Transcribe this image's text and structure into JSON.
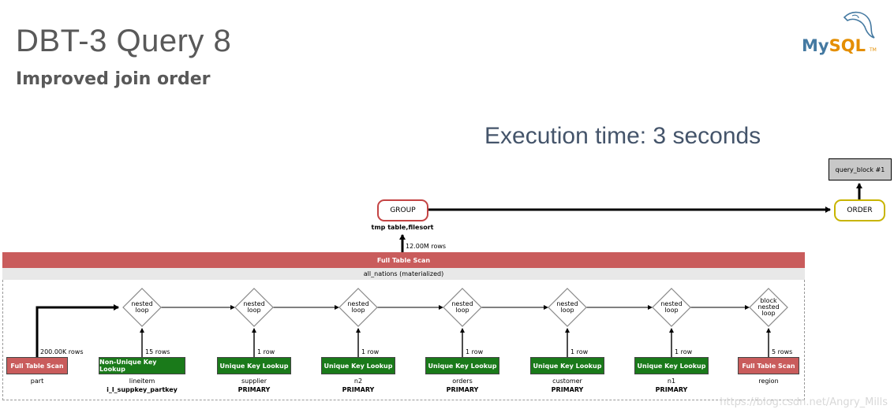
{
  "title": "DBT-3 Query 8",
  "subtitle": "Improved join order",
  "execution_time": "Execution time: 3 seconds",
  "logo": {
    "my": "My",
    "sql": "SQL",
    "tm": "TM"
  },
  "query_block": "query_block #1",
  "order": "ORDER",
  "group": {
    "label": "GROUP",
    "note": "tmp table,filesort"
  },
  "group_rows": "12.00M rows",
  "materialized": {
    "header": "Full Table Scan",
    "name": "all_nations (materialized)"
  },
  "nested_loops": [
    {
      "line1": "nested",
      "line2": "loop",
      "line3": ""
    },
    {
      "line1": "nested",
      "line2": "loop",
      "line3": ""
    },
    {
      "line1": "nested",
      "line2": "loop",
      "line3": ""
    },
    {
      "line1": "nested",
      "line2": "loop",
      "line3": ""
    },
    {
      "line1": "nested",
      "line2": "loop",
      "line3": ""
    },
    {
      "line1": "nested",
      "line2": "loop",
      "line3": ""
    },
    {
      "line1": "block",
      "line2": "nested",
      "line3": "loop"
    }
  ],
  "tables": [
    {
      "access": "Full Table Scan",
      "rows": "200.00K rows",
      "table": "part",
      "key": ""
    },
    {
      "access": "Non-Unique Key Lookup",
      "rows": "15 rows",
      "table": "lineitem",
      "key": "i_l_suppkey_partkey"
    },
    {
      "access": "Unique Key Lookup",
      "rows": "1 row",
      "table": "supplier",
      "key": "PRIMARY"
    },
    {
      "access": "Unique Key Lookup",
      "rows": "1 row",
      "table": "n2",
      "key": "PRIMARY"
    },
    {
      "access": "Unique Key Lookup",
      "rows": "1 row",
      "table": "orders",
      "key": "PRIMARY"
    },
    {
      "access": "Unique Key Lookup",
      "rows": "1 row",
      "table": "customer",
      "key": "PRIMARY"
    },
    {
      "access": "Unique Key Lookup",
      "rows": "1 row",
      "table": "n1",
      "key": "PRIMARY"
    },
    {
      "access": "Full Table Scan",
      "rows": "5 rows",
      "table": "region",
      "key": ""
    }
  ],
  "watermark": "https://blog.csdn.net/Angry_Mills",
  "colors": {
    "full_scan": "#c95c5c",
    "key_lookup": "#1a7a1a",
    "group_border": "#c44444",
    "order_border": "#c8b400"
  }
}
